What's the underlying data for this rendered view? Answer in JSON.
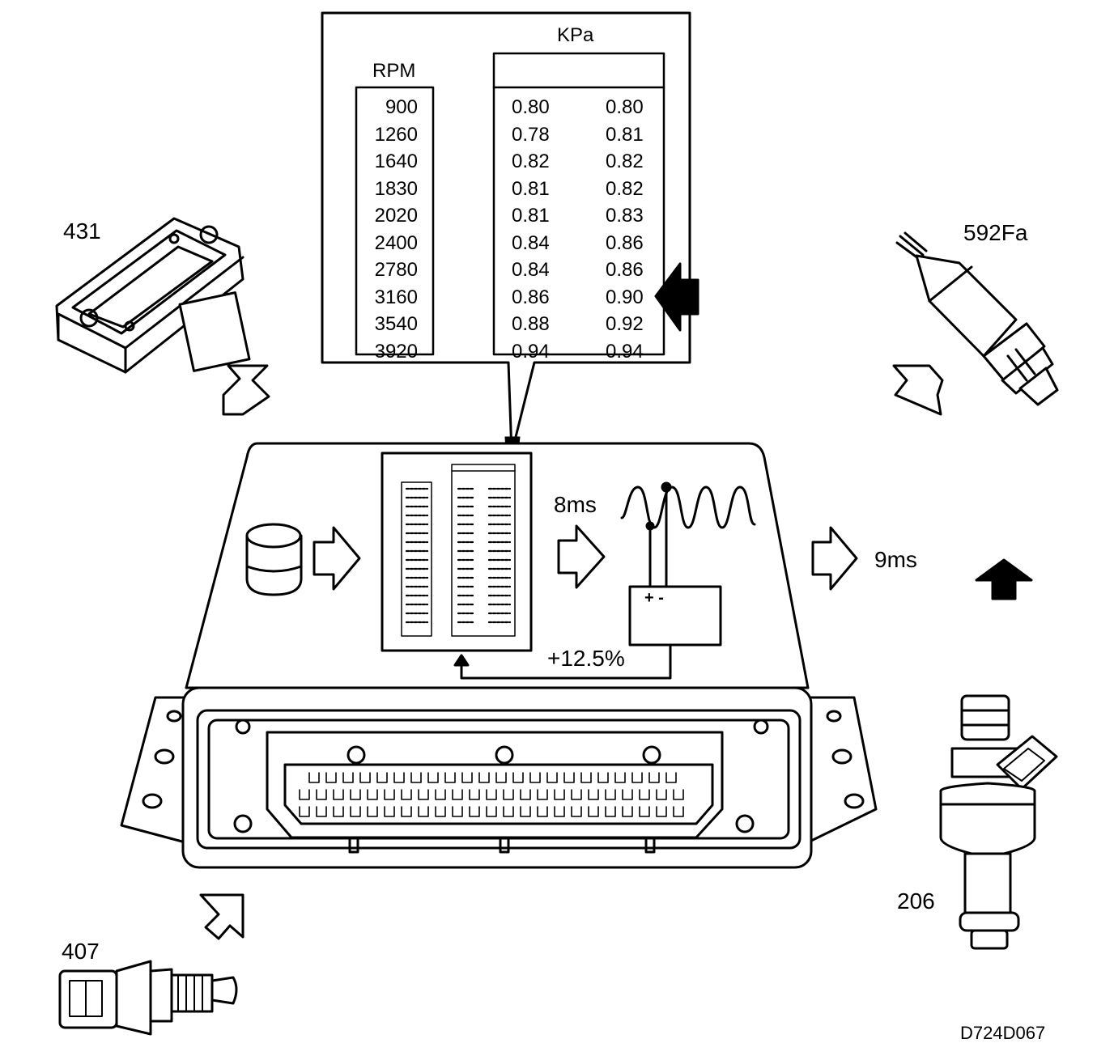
{
  "figure_id": "D724D067",
  "components": {
    "map_sensor": "431",
    "oxygen_sensor": "592Fa",
    "temp_sensor": "407",
    "injector": "206"
  },
  "ecu": {
    "base_pulse": "8ms",
    "output_pulse": "9ms",
    "correction": "+12.5%"
  },
  "table": {
    "rpm_header": "RPM",
    "kpa_header": "KPa",
    "rows": [
      {
        "rpm": "900",
        "a": "0.80",
        "b": "0.80"
      },
      {
        "rpm": "1260",
        "a": "0.78",
        "b": "0.81"
      },
      {
        "rpm": "1640",
        "a": "0.82",
        "b": "0.82"
      },
      {
        "rpm": "1830",
        "a": "0.81",
        "b": "0.82"
      },
      {
        "rpm": "2020",
        "a": "0.81",
        "b": "0.83"
      },
      {
        "rpm": "2400",
        "a": "0.84",
        "b": "0.86"
      },
      {
        "rpm": "2780",
        "a": "0.84",
        "b": "0.86"
      },
      {
        "rpm": "3160",
        "a": "0.86",
        "b": "0.90"
      },
      {
        "rpm": "3540",
        "a": "0.88",
        "b": "0.92"
      },
      {
        "rpm": "3920",
        "a": "0.94",
        "b": "0.94"
      }
    ]
  },
  "colors": {
    "line": "#000000",
    "background": "#ffffff"
  }
}
